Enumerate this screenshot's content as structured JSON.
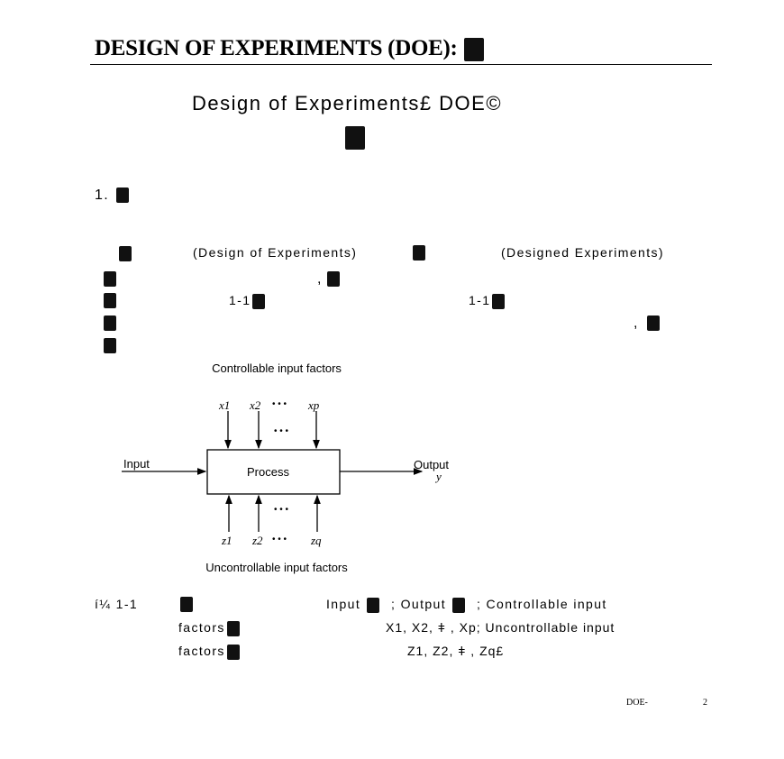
{
  "header": {
    "title": "DESIGN OF EXPERIMENTS (DOE):"
  },
  "doc_title": "Design of Experiments£ DOE©",
  "section": {
    "number": "1."
  },
  "paragraph": {
    "term1": "(Design of Experiments)",
    "term2": "(Designed Experiments)",
    "fig_ref1": "1-1",
    "fig_ref2": "1-1"
  },
  "figure": {
    "controllable_label": "Controllable input factors",
    "x_vars": [
      "x1",
      "x2",
      "xp"
    ],
    "z_vars": [
      "z1",
      "z2",
      "zq"
    ],
    "dots": "• • •",
    "input_label": "Input",
    "process_label": "Process",
    "output_label": "Output",
    "output_var": "y",
    "uncontrollable_label": "Uncontrollable input factors"
  },
  "caption": {
    "prefix": "í¼",
    "number": "1-1",
    "line1_input": "Input",
    "line1_output": "; Output",
    "line1_ctrl": "; Controllable input",
    "line2_a": "factors",
    "line2_b": "X1, X2, ǂ , Xp; Uncontrollable input",
    "line3_a": "factors",
    "line3_b": "Z1, Z2, ǂ , Zq£"
  },
  "footer": {
    "label": "DOE-",
    "page": "2"
  }
}
